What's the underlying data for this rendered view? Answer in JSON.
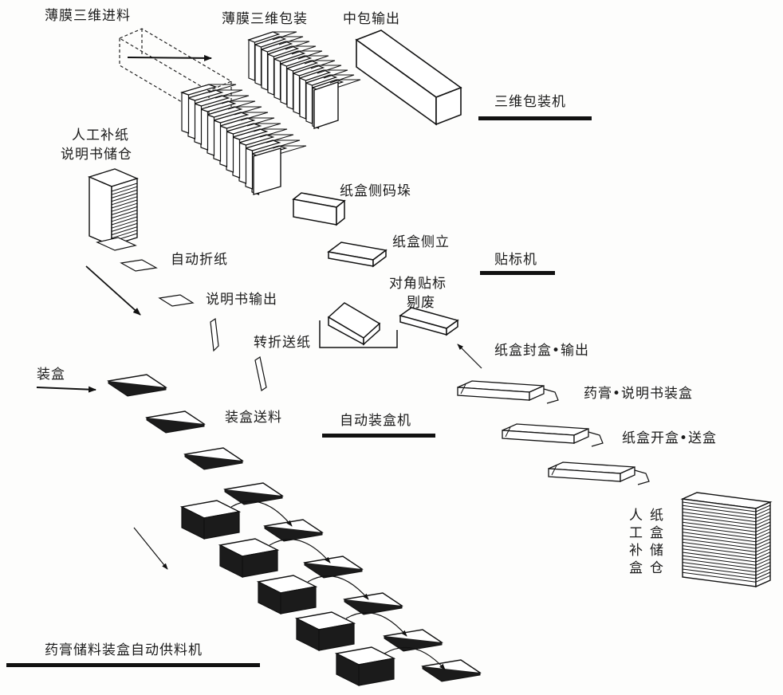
{
  "labels": {
    "film_feed": "薄膜三维进料",
    "film_pack": "薄膜三维包装",
    "mid_out": "中包输出",
    "machine_3d": "三维包装机",
    "manual_leaflet_1": "人工补纸",
    "manual_leaflet_2": "说明书储仓",
    "carton_side_stack": "纸盒侧码垛",
    "carton_stand": "纸盒侧立",
    "labeler": "贴标机",
    "auto_fold": "自动折纸",
    "diag_label_1": "对角贴标",
    "diag_label_2": "剔废",
    "leaflet_out": "说明书输出",
    "turn_feed": "转折送纸",
    "seal_out": "纸盒封盒•输出",
    "box_in": "装盒",
    "ointment_box": "药膏•说明书装盒",
    "box_feed": "装盒送料",
    "auto_cartoner": "自动装盒机",
    "open_box": "纸盒开盒•送盒",
    "manual_box": "人工补盒",
    "box_store": "纸盒储仓",
    "supply_machine": "药膏储料装盒自动供料机"
  },
  "colors": {
    "ink": "#111111",
    "fill": "#ffffff",
    "dark": "#1b1b1b"
  }
}
